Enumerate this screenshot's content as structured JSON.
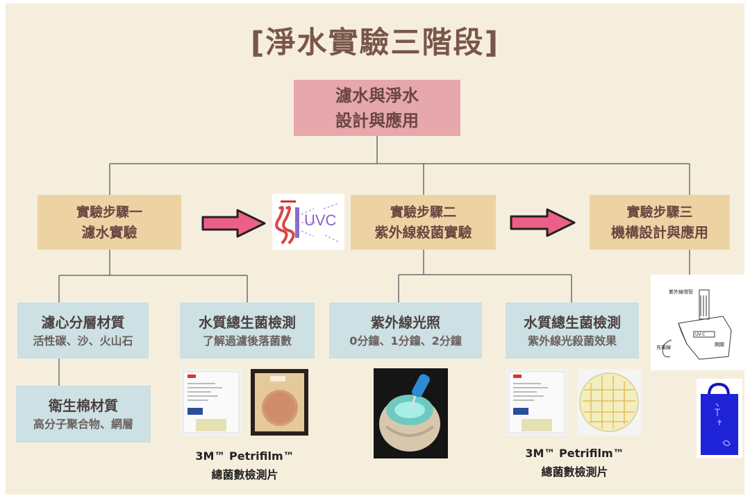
{
  "title": "[淨水實驗三階段]",
  "root": {
    "line1": "濾水與淨水",
    "line2": "設計與應用"
  },
  "steps": [
    {
      "label": "實驗步驟一",
      "name": "濾水實驗"
    },
    {
      "label": "實驗步驟二",
      "name": "紫外線殺菌實驗"
    },
    {
      "label": "實驗步驟三",
      "name": "機構設計與應用"
    }
  ],
  "uvc_label": "UVC",
  "leaves": {
    "filter_layers": {
      "title": "濾心分層材質",
      "sub": "活性碳、沙、火山石"
    },
    "pad_material": {
      "title": "衛生棉材質",
      "sub": "高分子聚合物、網層"
    },
    "bacteria_test_1": {
      "title": "水質總生菌檢測",
      "sub": "了解過濾後落菌數"
    },
    "uv_exposure": {
      "title": "紫外線光照",
      "sub": "0分鐘、1分鐘、2分鐘"
    },
    "bacteria_test_2": {
      "title": "水質總生菌檢測",
      "sub": "紫外線光殺菌效果"
    }
  },
  "captions": [
    {
      "line1": "3M™ Petrifilm™",
      "line2": "總菌數檢測片"
    },
    {
      "line1": "3M™ Petrifilm™",
      "line2": "總菌數檢測片"
    }
  ],
  "sketch_labels": {
    "top": "紫外線燈管",
    "left": "充電線",
    "right": "開關",
    "switch": "UV-C"
  },
  "colors": {
    "background": "#f6eedd",
    "title": "#7a564a",
    "root_box": "#e6a7ad",
    "step_box": "#edd3a3",
    "leaf_box": "#cde0e3",
    "arrow_fill": "#ec5f86",
    "line": "#6b6b6b"
  }
}
